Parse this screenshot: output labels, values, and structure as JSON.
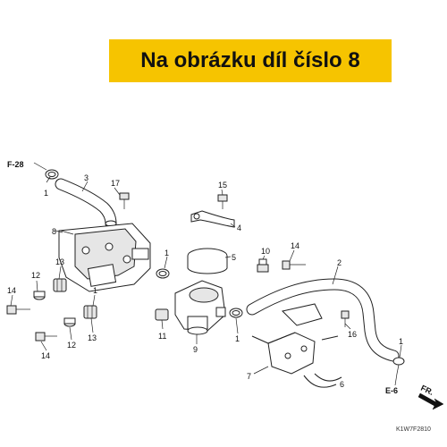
{
  "banner": {
    "text": "Na obrázku díl číslo 8",
    "color": "#f6c400"
  },
  "refs": {
    "f28": "F-28",
    "e6": "E-6",
    "fr": "FR."
  },
  "diagram_code": "K1W7F2810",
  "callouts": {
    "c1a": "1",
    "c3": "3",
    "c17": "17",
    "c15": "15",
    "c4": "4",
    "c8": "8",
    "c1b": "1",
    "c5": "5",
    "c10": "10",
    "c14a": "14",
    "c2": "2",
    "c12a": "12",
    "c13a": "13",
    "c14b": "14",
    "c1c": "1",
    "c13b": "13",
    "c11": "11",
    "c9": "9",
    "c12b": "12",
    "c14c": "14",
    "c1d": "1",
    "c16": "16",
    "c1e": "1",
    "c7": "7",
    "c6": "6"
  }
}
